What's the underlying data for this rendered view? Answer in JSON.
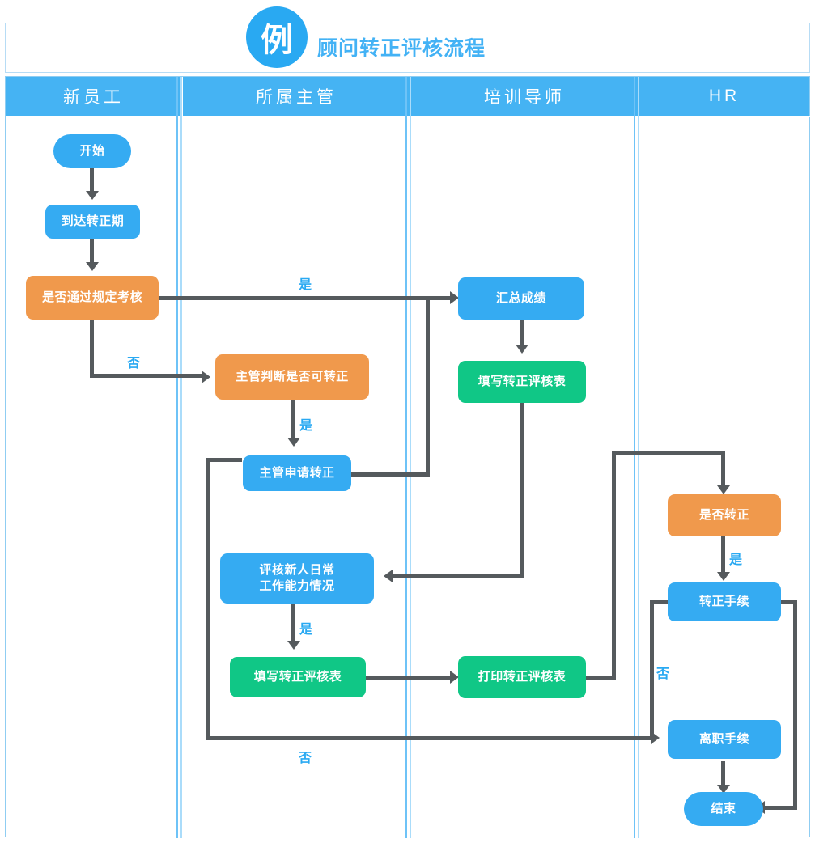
{
  "header": {
    "badge": "例",
    "title": "顾问转正评核流程"
  },
  "lanes": [
    {
      "id": "lane-new-employee",
      "label": "新员工"
    },
    {
      "id": "lane-supervisor",
      "label": "所属主管"
    },
    {
      "id": "lane-trainer",
      "label": "培训导师"
    },
    {
      "id": "lane-hr",
      "label": "HR"
    }
  ],
  "colors": {
    "blue": "#35abf2",
    "green": "#10c786",
    "orange": "#f0994c",
    "lane_header": "#45b3f3",
    "lane_divider": "#6ec3f7",
    "connector": "#555a5d",
    "label_text": "#29a9f2",
    "title_text": "#43b2f5"
  },
  "nodes": [
    {
      "id": "start",
      "lane": "新员工",
      "shape": "pill",
      "color": "blue",
      "text": "开始"
    },
    {
      "id": "reach-period",
      "lane": "新员工",
      "shape": "rounded",
      "color": "blue",
      "text": "到达转正期"
    },
    {
      "id": "pass-assessment",
      "lane": "新员工",
      "shape": "rounded",
      "color": "orange",
      "text": "是否通过规定考核"
    },
    {
      "id": "supervisor-judge",
      "lane": "所属主管",
      "shape": "rounded",
      "color": "orange",
      "text": "主管判断是否可转正"
    },
    {
      "id": "supervisor-apply",
      "lane": "所属主管",
      "shape": "rounded",
      "color": "blue",
      "text": "主管申请转正"
    },
    {
      "id": "review-newcomer",
      "lane": "所属主管",
      "shape": "rounded",
      "color": "blue",
      "text": "评核新人日常\n工作能力情况"
    },
    {
      "id": "fill-form-sup",
      "lane": "所属主管",
      "shape": "rounded",
      "color": "green",
      "text": "填写转正评核表"
    },
    {
      "id": "summarize-scores",
      "lane": "培训导师",
      "shape": "rounded",
      "color": "blue",
      "text": "汇总成绩"
    },
    {
      "id": "fill-form-trainer",
      "lane": "培训导师",
      "shape": "rounded",
      "color": "green",
      "text": "填写转正评核表"
    },
    {
      "id": "print-form",
      "lane": "培训导师",
      "shape": "rounded",
      "color": "green",
      "text": "打印转正评核表"
    },
    {
      "id": "confirm-regular",
      "lane": "HR",
      "shape": "rounded",
      "color": "orange",
      "text": "是否转正"
    },
    {
      "id": "regular-procedure",
      "lane": "HR",
      "shape": "rounded",
      "color": "blue",
      "text": "转正手续"
    },
    {
      "id": "resign-procedure",
      "lane": "HR",
      "shape": "rounded",
      "color": "blue",
      "text": "离职手续"
    },
    {
      "id": "end",
      "lane": "HR",
      "shape": "pill",
      "color": "blue",
      "text": "结束"
    }
  ],
  "edge_labels": {
    "pass_yes": "是",
    "pass_no": "否",
    "judge_yes": "是",
    "review_yes": "是",
    "confirm_yes": "是",
    "regular_no": "否",
    "bottom_no": "否"
  },
  "edges": [
    {
      "from": "start",
      "to": "reach-period",
      "label": ""
    },
    {
      "from": "reach-period",
      "to": "pass-assessment",
      "label": ""
    },
    {
      "from": "pass-assessment",
      "to": "summarize-scores",
      "label": "是"
    },
    {
      "from": "pass-assessment",
      "to": "supervisor-judge",
      "label": "否"
    },
    {
      "from": "supervisor-judge",
      "to": "supervisor-apply",
      "label": "是"
    },
    {
      "from": "supervisor-apply",
      "to": "summarize-scores",
      "label": ""
    },
    {
      "from": "summarize-scores",
      "to": "fill-form-trainer",
      "label": ""
    },
    {
      "from": "fill-form-trainer",
      "to": "review-newcomer",
      "label": ""
    },
    {
      "from": "review-newcomer",
      "to": "fill-form-sup",
      "label": "是"
    },
    {
      "from": "fill-form-sup",
      "to": "print-form",
      "label": ""
    },
    {
      "from": "print-form",
      "to": "confirm-regular",
      "label": ""
    },
    {
      "from": "confirm-regular",
      "to": "regular-procedure",
      "label": "是"
    },
    {
      "from": "regular-procedure",
      "to": "resign-procedure",
      "label": "否"
    },
    {
      "from": "regular-procedure",
      "to": "end",
      "label": ""
    },
    {
      "from": "supervisor-apply",
      "to": "resign-procedure",
      "label": "否"
    },
    {
      "from": "resign-procedure",
      "to": "end",
      "label": ""
    }
  ]
}
